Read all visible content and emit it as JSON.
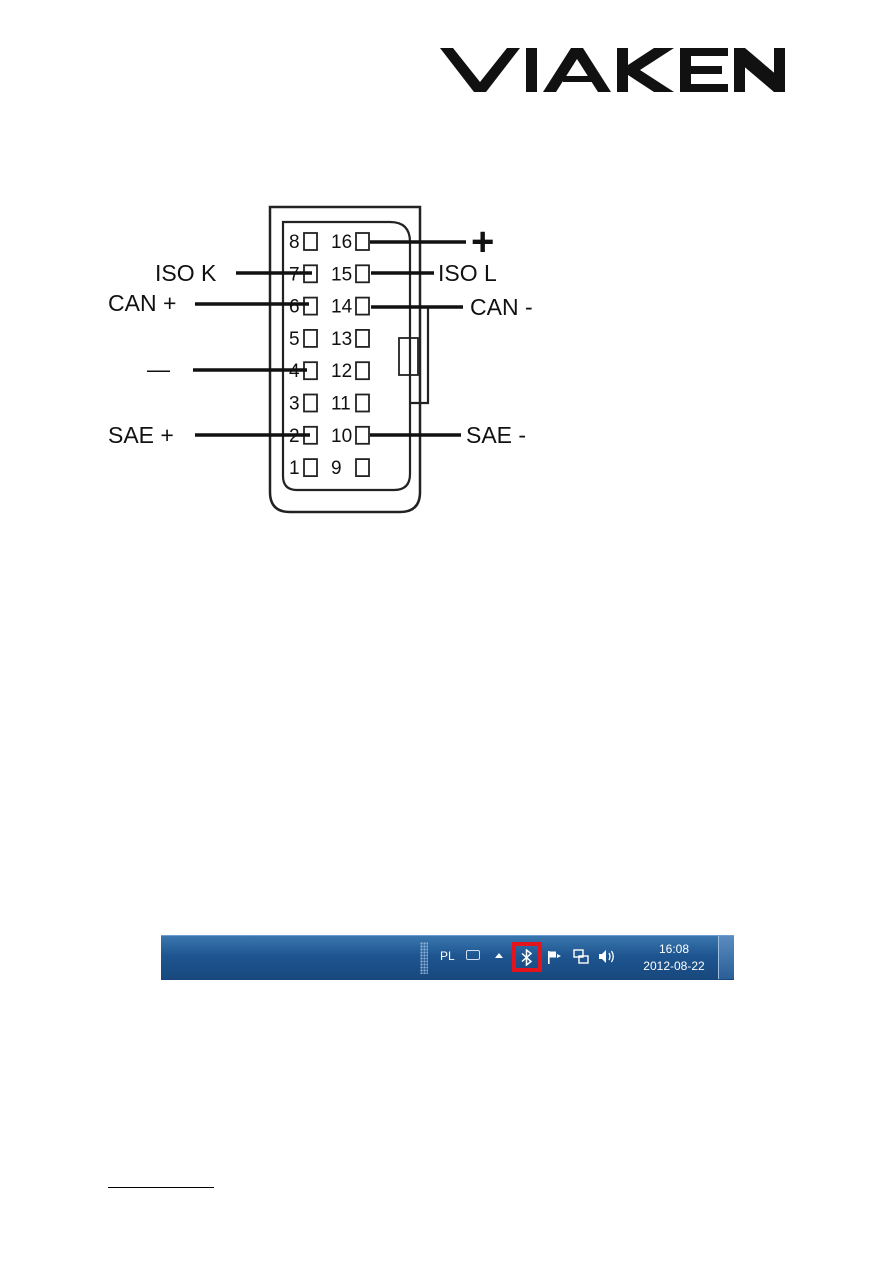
{
  "brand": {
    "logo_text": "VIAKEN",
    "color": "#111111"
  },
  "obd_connector": {
    "pins": [
      {
        "num": "8"
      },
      {
        "num": "16"
      },
      {
        "num": "7"
      },
      {
        "num": "15"
      },
      {
        "num": "6"
      },
      {
        "num": "14"
      },
      {
        "num": "5"
      },
      {
        "num": "13"
      },
      {
        "num": "4"
      },
      {
        "num": "12"
      },
      {
        "num": "3"
      },
      {
        "num": "11"
      },
      {
        "num": "2"
      },
      {
        "num": "10"
      },
      {
        "num": "1"
      },
      {
        "num": "9"
      }
    ],
    "signals": {
      "plus": "+",
      "iso_k": "ISO K",
      "iso_l": "ISO L",
      "can_plus": "CAN +",
      "can_minus": "CAN -",
      "minus": "—",
      "sae_plus": "SAE +",
      "sae_minus": "SAE -"
    }
  },
  "taskbar": {
    "language": "PL",
    "time": "16:08",
    "date": "2012-08-22",
    "highlight_color": "#e3141c",
    "icons": [
      "keyboard-icon",
      "show-hidden-icons-arrow",
      "bluetooth-icon",
      "action-center-flag-icon",
      "network-icon",
      "volume-icon"
    ]
  }
}
